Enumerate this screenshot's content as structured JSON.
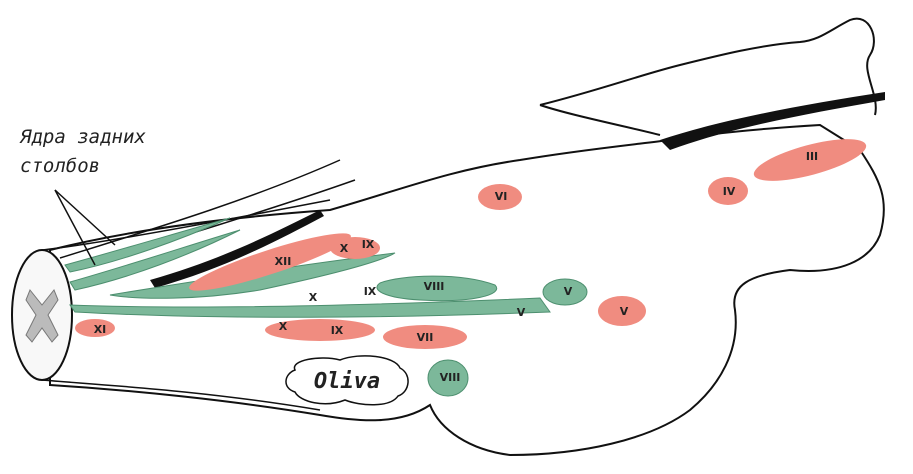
{
  "caption": {
    "line1": "Ядра задних",
    "line2": "столбов"
  },
  "colors": {
    "red_nucleus": "#f08c80",
    "green_nucleus": "#7cb89a",
    "outline": "#111111",
    "background": "#ffffff"
  },
  "labels": {
    "xi": "XI",
    "xii": "XII",
    "x_upper": "X",
    "ix_upper": "IX",
    "x_mid": "X",
    "ix_mid": "IX",
    "viii_green": "VIII",
    "v_green_nucleus": "V",
    "v_tract": "V",
    "v_red": "V",
    "x_lower": "X",
    "ix_lower": "IX",
    "vii": "VII",
    "viii_lower": "VIII",
    "vi": "VI",
    "iv": "IV",
    "iii": "III",
    "oliva": "Oliva"
  }
}
